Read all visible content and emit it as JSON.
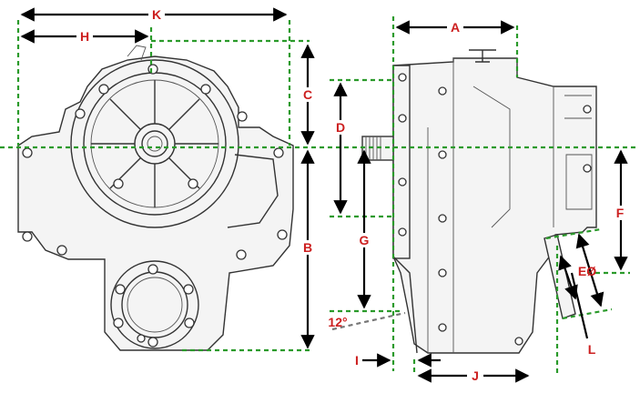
{
  "colors": {
    "guide": "#2a9a2a",
    "label": "#cc1f1f",
    "arrow": "#000000",
    "outline": "#333333"
  },
  "labels": {
    "a": "A",
    "b": "B",
    "c": "C",
    "d": "D",
    "e": "EØ",
    "f": "F",
    "g": "G",
    "h": "H",
    "i": "I",
    "j": "J",
    "k": "K",
    "l": "L",
    "angle": "12°"
  }
}
